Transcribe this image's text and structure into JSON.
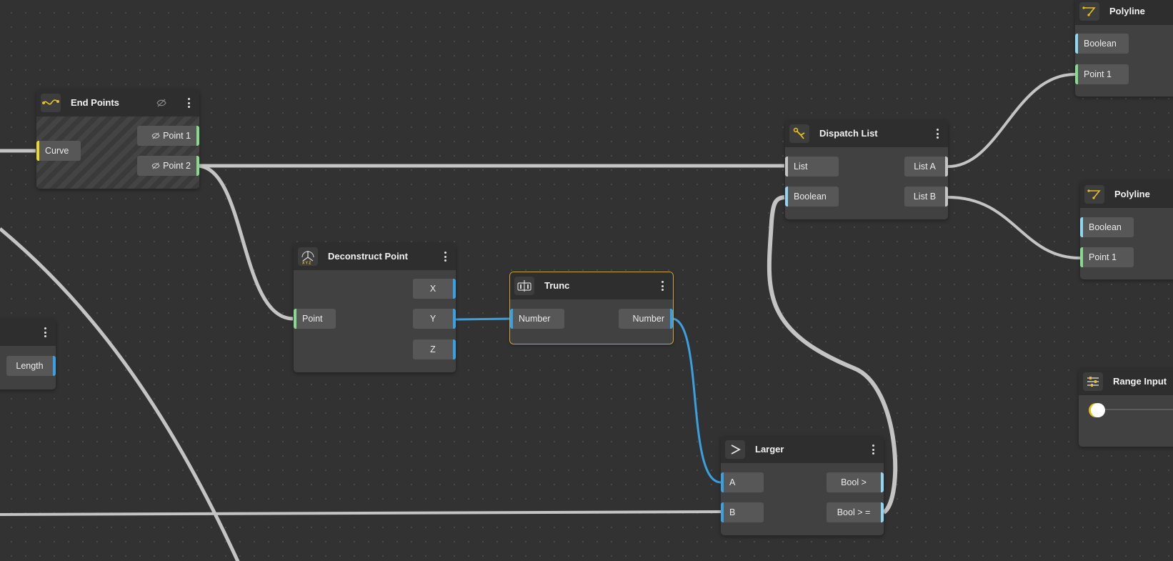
{
  "colors": {
    "canvas": "#323232",
    "node_body": "#414141",
    "node_header": "#2e2e2e",
    "wire_default": "#c4c4c4",
    "wire_number": "#3aa0e0",
    "port_point": "#86d98f",
    "port_number": "#3aa0e0",
    "port_boolean": "#8fd6ee",
    "port_curve": "#e8d82a",
    "selection": "#d1a33b",
    "icon_accent": "#e8c020"
  },
  "nodes": {
    "end_points": {
      "title": "End Points",
      "icon": "curve-endpoints-icon",
      "hidden_icon": "eye-off-icon",
      "inputs": [
        "Curve"
      ],
      "outputs": [
        "Point 1",
        "Point 2"
      ]
    },
    "dispatch_list": {
      "title": "Dispatch List",
      "icon": "dispatch-icon",
      "inputs": [
        "List",
        "Boolean"
      ],
      "outputs": [
        "List A",
        "List B"
      ]
    },
    "deconstruct_point": {
      "title": "Deconstruct Point",
      "icon": "xyz-axes-icon",
      "inputs": [
        "Point"
      ],
      "outputs": [
        "X",
        "Y",
        "Z"
      ]
    },
    "trunc": {
      "title": "Trunc",
      "icon": "trunc-icon",
      "inputs": [
        "Number"
      ],
      "outputs": [
        "Number"
      ]
    },
    "larger": {
      "title": "Larger",
      "icon": "greater-than-icon",
      "inputs": [
        "A",
        "B"
      ],
      "outputs": [
        "Bool >",
        "Bool > ="
      ]
    },
    "length_node": {
      "outputs": [
        "Length"
      ]
    },
    "polyline_1": {
      "title": "Polyline",
      "icon": "polyline-icon",
      "inputs": [
        "Boolean",
        "Point 1"
      ]
    },
    "polyline_2": {
      "title": "Polyline",
      "icon": "polyline-icon",
      "inputs": [
        "Boolean",
        "Point 1"
      ]
    },
    "range_input": {
      "title": "Range Input",
      "icon": "sliders-icon",
      "value_fraction": 0.0
    }
  }
}
